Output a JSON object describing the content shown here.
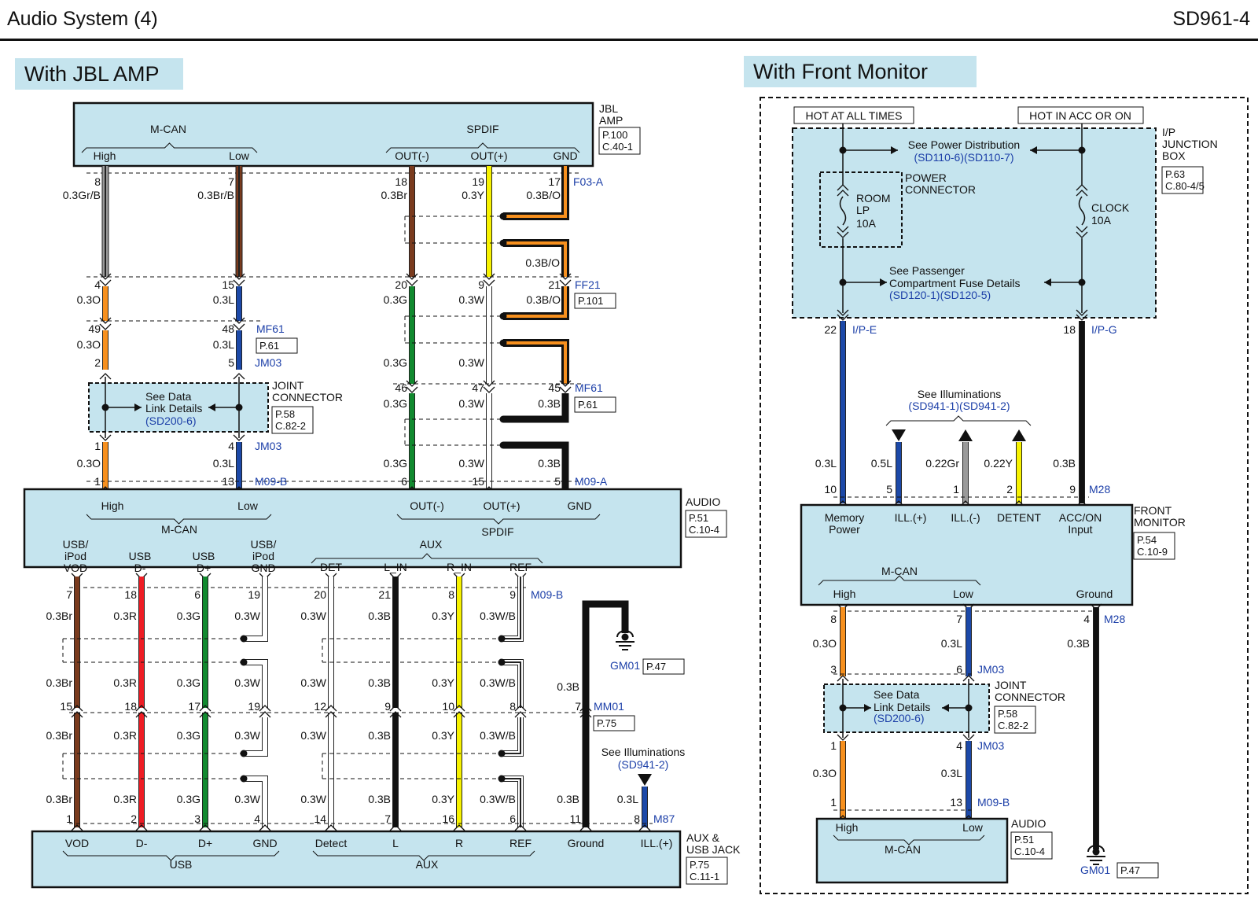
{
  "page": {
    "title": "Audio System (4)",
    "code": "SD961-4"
  },
  "colors": {
    "box_fill": "#c5e4ee",
    "link_blue": "#1c3fa8",
    "orange": "#f7901e",
    "brown": "#7a3b1e",
    "green": "#118a2f",
    "red": "#ee1c24",
    "yellow": "#f7f200",
    "blue": "#1c49a8",
    "gray": "#9a9a9a"
  },
  "left": {
    "title": "With JBL AMP",
    "jbl": {
      "name": "JBL\nAMP",
      "ref": [
        "P.100",
        "C.40-1"
      ],
      "mcan": {
        "label": "M-CAN",
        "high": "High",
        "low": "Low"
      },
      "spdif": {
        "label": "SPDIF",
        "outm": "OUT(-)",
        "outp": "OUT(+)",
        "gnd": "GND"
      },
      "connector": "F03-A"
    },
    "wires_top": [
      {
        "pin": "8",
        "spec": "0.3Gr/B"
      },
      {
        "pin": "7",
        "spec": "0.3Br/B"
      },
      {
        "pin": "18",
        "spec": "0.3Br"
      },
      {
        "pin": "19",
        "spec": "0.3Y"
      },
      {
        "pin": "17",
        "spec": "0.3B/O"
      }
    ],
    "ff21": {
      "name": "FF21",
      "ref": "P.101",
      "pins": [
        "4",
        "15",
        "20",
        "9",
        "21"
      ],
      "specs": [
        "0.3O",
        "0.3L",
        "0.3G",
        "0.3W",
        "0.3B/O"
      ],
      "mid_spec": "0.3B/O"
    },
    "mf61": {
      "name": "MF61",
      "ref": "P.61",
      "pins": [
        "49",
        "48"
      ],
      "specs": [
        "0.3O",
        "0.3L"
      ]
    },
    "jm03": {
      "name": "JM03",
      "pins_top": [
        "2",
        "5"
      ],
      "pins_bot": [
        "1",
        "4"
      ],
      "specs": [
        "0.3O",
        "0.3L"
      ]
    },
    "joint": {
      "name": "JOINT\nCONNECTOR",
      "ref": [
        "P.58",
        "C.82-2"
      ],
      "text": [
        "See Data",
        "Link Details"
      ],
      "link": "(SD200-6)"
    },
    "spdif_mid": {
      "specs1": [
        "0.3G",
        "0.3W"
      ],
      "mf61_pins": [
        "46",
        "47",
        "45"
      ],
      "mf61_specs": [
        "0.3G",
        "0.3W",
        "0.3B"
      ],
      "mf61_name": "MF61",
      "mf61_ref": "P.61",
      "specs3": [
        "0.3G",
        "0.3W",
        "0.3B"
      ]
    },
    "m09b_top": {
      "name": "M09-B",
      "pins": [
        "1",
        "13"
      ]
    },
    "m09a": {
      "name": "M09-A",
      "pins": [
        "6",
        "15",
        "5"
      ]
    },
    "audio": {
      "name": "AUDIO",
      "ref": [
        "P.51",
        "C.10-4"
      ],
      "mcan": "M-CAN",
      "high": "High",
      "low": "Low",
      "spdif": "SPDIF",
      "outm": "OUT(-)",
      "outp": "OUT(+)",
      "gnd": "GND",
      "usb_labels": [
        "USB/\niPod\nVOD",
        "USB\nD-",
        "USB\nD+",
        "USB/\niPod\nGND"
      ],
      "aux": "AUX",
      "aux_labels": [
        "DET",
        "L_IN",
        "R_IN",
        "REF"
      ]
    },
    "m09b": {
      "name": "M09-B",
      "pins": [
        "7",
        "18",
        "6",
        "19",
        "20",
        "21",
        "8",
        "9"
      ],
      "specs": [
        "0.3Br",
        "0.3R",
        "0.3G",
        "0.3W",
        "0.3W",
        "0.3B",
        "0.3Y",
        "0.3W/B"
      ]
    },
    "gm01": {
      "name": "GM01",
      "ref": "P.47"
    },
    "mm01": {
      "name": "MM01",
      "ref": "P.75",
      "pins": [
        "15",
        "18",
        "17",
        "19",
        "12",
        "9",
        "10",
        "8",
        "7"
      ],
      "specs_top": [
        "0.3Br",
        "0.3R",
        "0.3G",
        "0.3W",
        "0.3W",
        "0.3B",
        "0.3Y",
        "0.3W/B",
        "0.3B"
      ],
      "specs_bot": [
        "0.3Br",
        "0.3R",
        "0.3G",
        "0.3W",
        "0.3W",
        "0.3B",
        "0.3Y",
        "0.3W/B"
      ]
    },
    "illum": {
      "text": "See Illuminations",
      "link": "(SD941-2)",
      "spec": "0.3L"
    },
    "m87": {
      "name": "M87",
      "pins": [
        "1",
        "2",
        "3",
        "4",
        "14",
        "7",
        "16",
        "6",
        "11",
        "8"
      ],
      "specs": [
        "0.3Br",
        "0.3R",
        "0.3G",
        "0.3W",
        "0.3W",
        "0.3B",
        "0.3Y",
        "0.3W/B",
        "0.3B"
      ]
    },
    "jack": {
      "name": "AUX &\nUSB JACK",
      "ref": [
        "P.75",
        "C.11-1"
      ],
      "labels": [
        "VOD",
        "D-",
        "D+",
        "GND",
        "Detect",
        "L",
        "R",
        "REF",
        "Ground",
        "ILL.(+)"
      ],
      "usb": "USB",
      "aux": "AUX"
    }
  },
  "right": {
    "title": "With Front Monitor",
    "hot1": "HOT AT ALL TIMES",
    "hot2": "HOT IN ACC OR ON",
    "ipjb": {
      "name": "I/P\nJUNCTION\nBOX",
      "ref": [
        "P.63",
        "C.80-4/5"
      ]
    },
    "pd": {
      "text": "See Power Distribution",
      "link": "(SD110-6)(SD110-7)"
    },
    "pc": "POWER\nCONNECTOR",
    "fuse1": {
      "name": "ROOM\nLP",
      "amp": "10A"
    },
    "fuse2": {
      "name": "CLOCK",
      "amp": "10A"
    },
    "pcf": {
      "text": [
        "See Passenger",
        "Compartment Fuse Details"
      ],
      "link": "(SD120-1)(SD120-5)"
    },
    "ipe": {
      "pin": "22",
      "name": "I/P-E"
    },
    "ipg": {
      "pin": "18",
      "name": "I/P-G"
    },
    "illum": {
      "text": "See Illuminations",
      "link": "(SD941-1)(SD941-2)"
    },
    "m28_pins": [
      "10",
      "5",
      "1",
      "2",
      "9"
    ],
    "m28_specs": [
      "0.3L",
      "0.5L",
      "0.22Gr",
      "0.22Y",
      "0.3B"
    ],
    "m28": "M28",
    "fm": {
      "name": "FRONT\nMONITOR",
      "ref": [
        "P.54",
        "C.10-9"
      ],
      "labels": [
        "Memory\nPower",
        "ILL.(+)",
        "ILL.(-)",
        "DETENT",
        "ACC/ON\nInput"
      ],
      "mcan": "M-CAN",
      "high": "High",
      "low": "Low",
      "ground": "Ground"
    },
    "bot_pins": [
      "8",
      "7",
      "4"
    ],
    "bot_specs": [
      "0.3O",
      "0.3L",
      "0.3B"
    ],
    "jm03": {
      "name": "JM03",
      "pins_top": [
        "3",
        "6"
      ],
      "pins_bot": [
        "1",
        "4"
      ],
      "specs": [
        "0.3O",
        "0.3L"
      ]
    },
    "joint": {
      "name": "JOINT\nCONNECTOR",
      "ref": [
        "P.58",
        "C.82-2"
      ],
      "text": [
        "See Data",
        "Link Details"
      ],
      "link": "(SD200-6)"
    },
    "m09b": {
      "name": "M09-B",
      "pins": [
        "1",
        "13"
      ]
    },
    "audio": {
      "name": "AUDIO",
      "ref": [
        "P.51",
        "C.10-4"
      ],
      "mcan": "M-CAN",
      "high": "High",
      "low": "Low"
    },
    "gm01": {
      "name": "GM01",
      "ref": "P.47"
    }
  }
}
